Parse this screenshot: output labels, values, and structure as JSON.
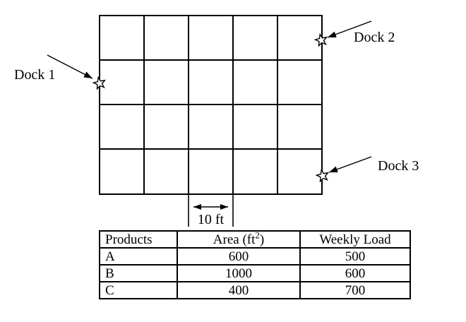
{
  "diagram": {
    "title_semantic": "warehouse storage grid with docks",
    "grid": {
      "columns": 5,
      "rows": 4
    },
    "docks": [
      {
        "label": "Dock 1"
      },
      {
        "label": "Dock 2"
      },
      {
        "label": "Dock 3"
      }
    ],
    "dimension_label": "10 ft"
  },
  "table": {
    "headers": {
      "products": "Products",
      "area_prefix": "Area (ft",
      "area_sup": "2",
      "area_close": ")",
      "weekly_load": "Weekly Load"
    },
    "rows": [
      {
        "product": "A",
        "area": "600",
        "weekly_load": "500"
      },
      {
        "product": "B",
        "area": "1000",
        "weekly_load": "600"
      },
      {
        "product": "C",
        "area": "400",
        "weekly_load": "700"
      }
    ]
  },
  "colors": {
    "line": "#000000",
    "background": "#ffffff"
  }
}
